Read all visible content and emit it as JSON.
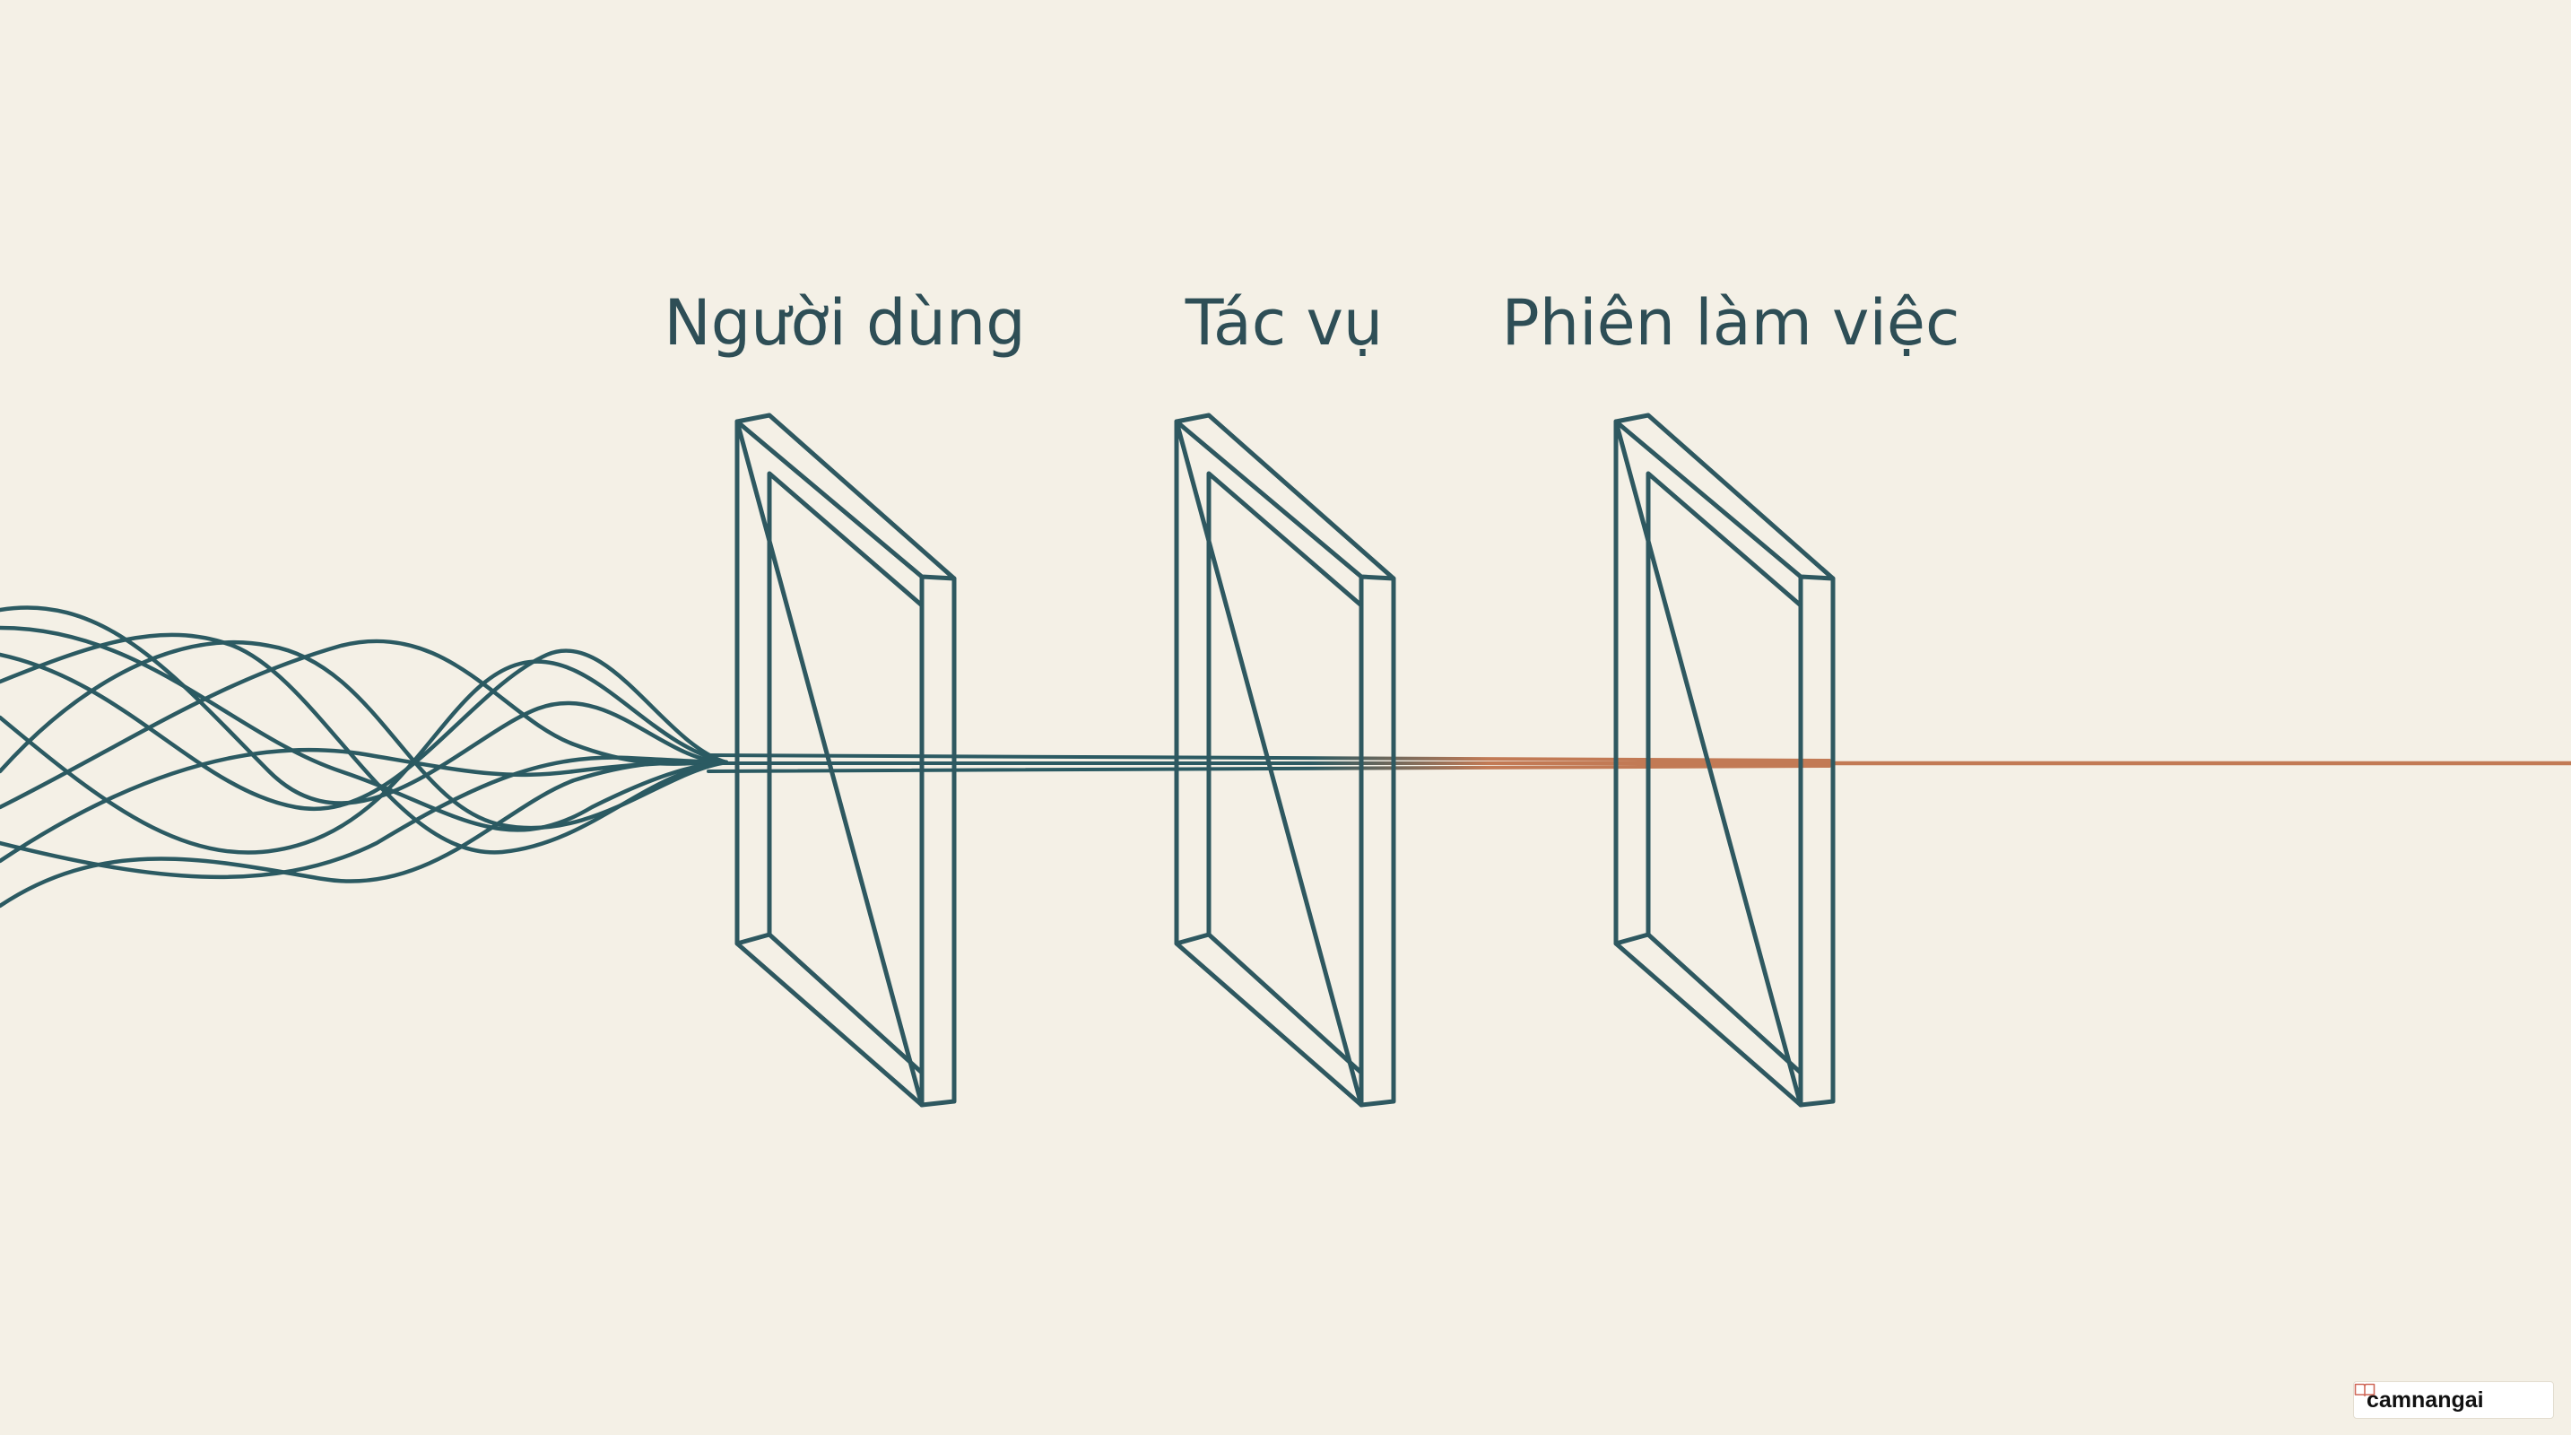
{
  "frames": [
    {
      "id": "user",
      "label": "Người dùng"
    },
    {
      "id": "task",
      "label": "Tác vụ"
    },
    {
      "id": "session",
      "label": "Phiên làm việc"
    }
  ],
  "watermark": {
    "icon": "book-icon",
    "text": "camnangai"
  },
  "colors": {
    "background": "#f4f0e6",
    "frame_stroke": "#2e5860",
    "thread": "#2b5a62",
    "output_line": "#c27a55",
    "label_text": "#2e4e56"
  }
}
